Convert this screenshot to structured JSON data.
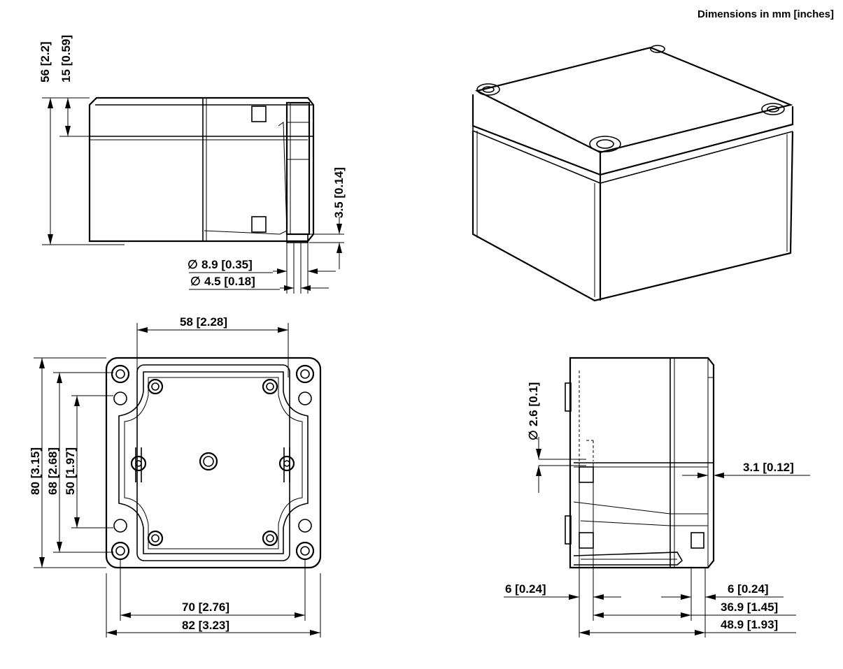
{
  "header": {
    "units_note": "Dimensions in mm [inches]"
  },
  "front_view": {
    "height_total": "56  [2.2]",
    "lid_height": "15  [0.59]",
    "boss_height": "3.5  [0.14]",
    "boss_outer_dia": "8.9  [0.35]",
    "boss_inner_dia": "4.5  [0.18]"
  },
  "top_view": {
    "hole_spacing_x": "58  [2.28]",
    "height_total": "80  [3.15]",
    "hole_spacing_outer": "68  [2.68]",
    "hole_spacing_inner": "50  [1.97]",
    "width_holes": "70  [2.76]",
    "width_total": "82  [3.23]"
  },
  "side_view": {
    "hole_dia": "2.6  [0.1]",
    "wall_thickness": "3.1  [0.12]",
    "offset_left": "6  [0.24]",
    "offset_right": "6  [0.24]",
    "inner_depth": "36.9  [1.45]",
    "total_depth": "48.9  [1.93]"
  },
  "symbols": {
    "diameter": "∅"
  }
}
